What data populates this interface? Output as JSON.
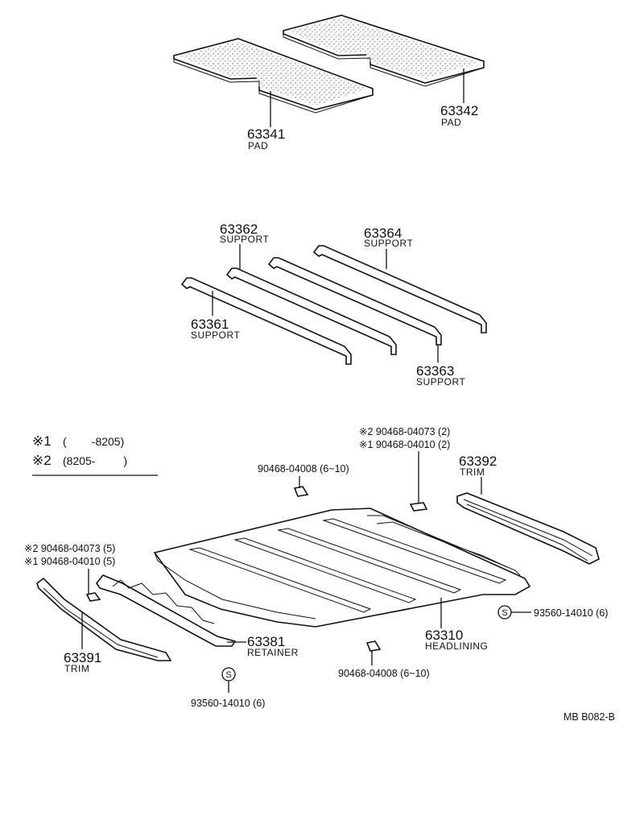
{
  "pads": [
    {
      "number": "63341",
      "name": "PAD"
    },
    {
      "number": "63342",
      "name": "PAD"
    }
  ],
  "supports": [
    {
      "number": "63362",
      "name": "SUPPORT"
    },
    {
      "number": "63364",
      "name": "SUPPORT"
    },
    {
      "number": "63361",
      "name": "SUPPORT"
    },
    {
      "number": "63363",
      "name": "SUPPORT"
    }
  ],
  "legend": {
    "mark1": "※1",
    "range1": "(        -8205)",
    "mark2": "※2",
    "range2": "(8205-         )"
  },
  "fasteners": {
    "clip_top_2": "※2 90468-04073 (2)",
    "clip_top_1": "※1 90468-04010 (2)",
    "clip_mid": "90468-04008 (6~10)",
    "clip_left_2": "※2 90468-04073 (5)",
    "clip_left_1": "※1 90468-04010 (5)",
    "clip_bottom": "90468-04008 (6~10)",
    "screw_right": "93560-14010 (6)",
    "screw_left": "93560-14010 (6)",
    "screw_symbol": "S"
  },
  "trims": [
    {
      "number": "63392",
      "name": "TRIM"
    },
    {
      "number": "63391",
      "name": "TRIM"
    }
  ],
  "retainer": {
    "number": "63381",
    "name": "RETAINER"
  },
  "headlining": {
    "number": "63310",
    "name": "HEADLINING"
  },
  "diagram_code": "MB B082-B"
}
